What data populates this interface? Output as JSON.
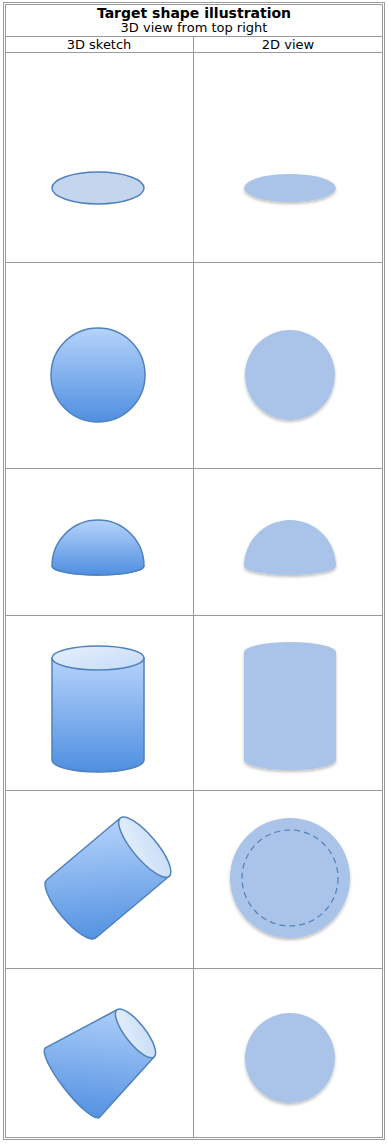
{
  "diagram": {
    "title": "Target shape illustration",
    "labels": [
      "3D view from top right",
      "3D sketch",
      "2D view"
    ]
  }
}
